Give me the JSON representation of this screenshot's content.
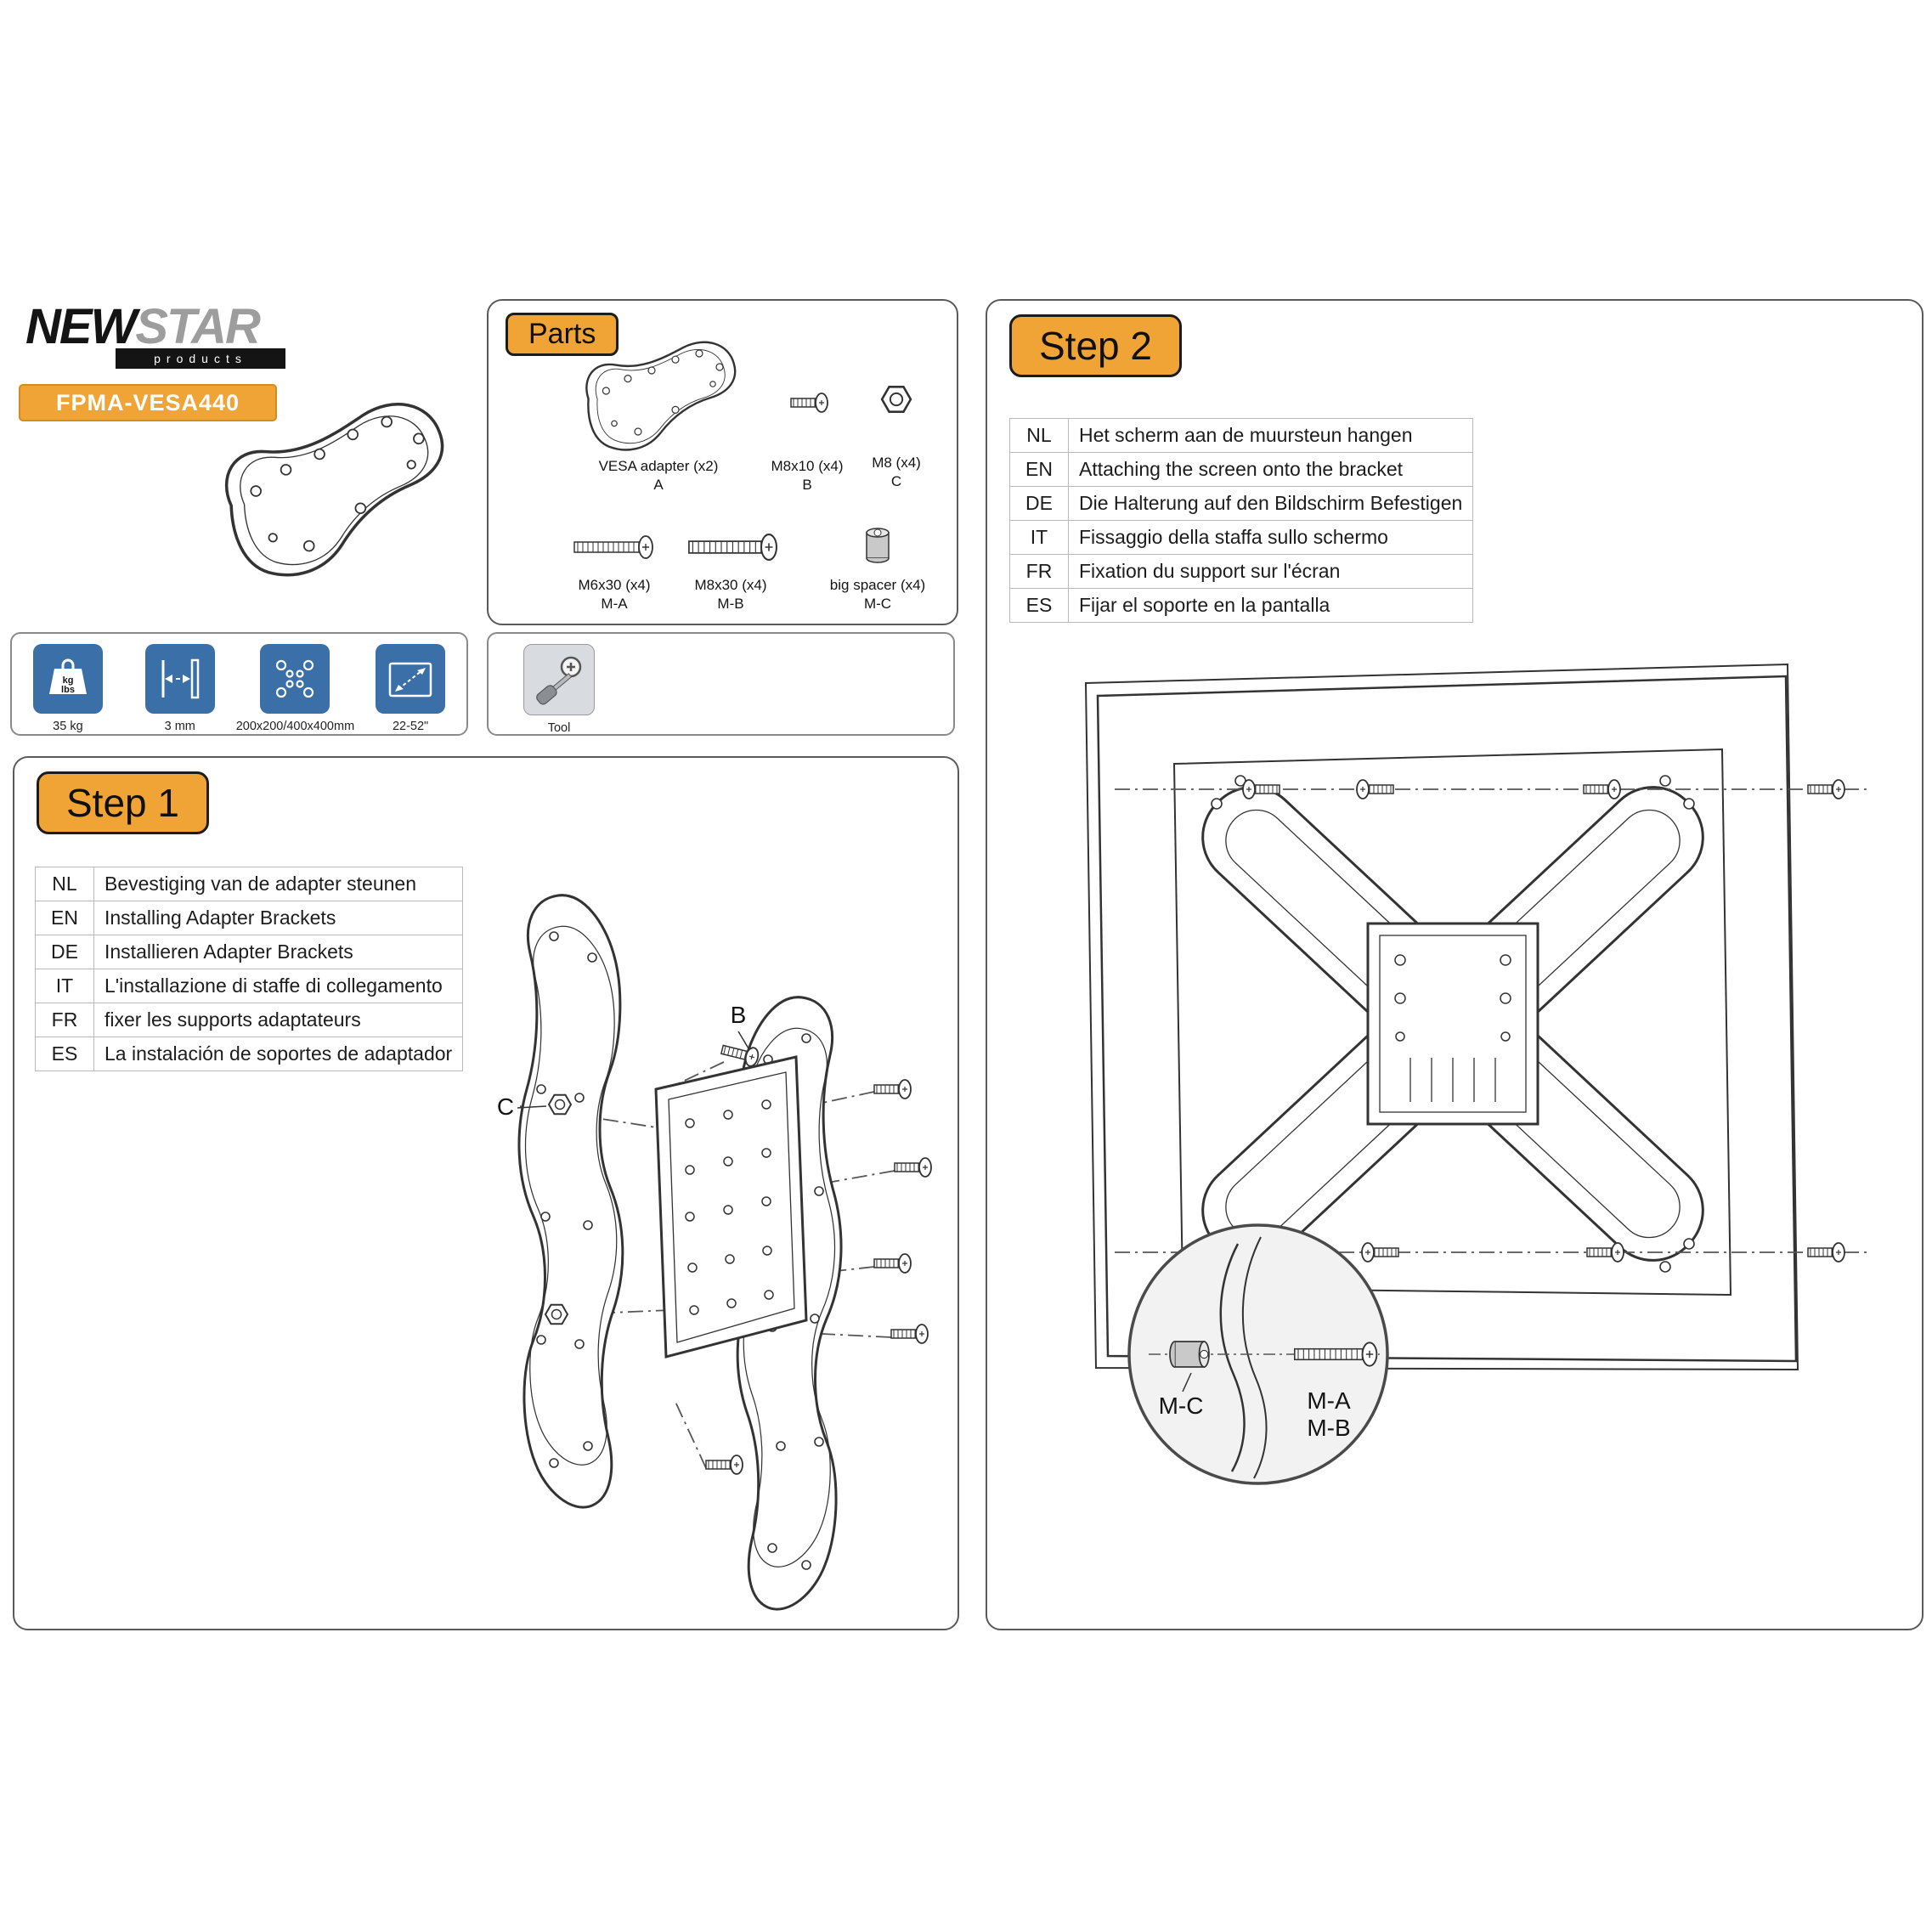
{
  "brand": {
    "logo_new": "NEW",
    "logo_star": "STAR",
    "logo_sub": "products",
    "model": "FPMA-VESA440"
  },
  "parts": {
    "title": "Parts",
    "a_label": "VESA adapter (x2)",
    "a_code": "A",
    "b_label": "M8x10 (x4)",
    "b_code": "B",
    "c_label": "M8 (x4)",
    "c_code": "C",
    "ma_label": "M6x30 (x4)",
    "ma_code": "M-A",
    "mb_label": "M8x30 (x4)",
    "mb_code": "M-B",
    "mc_label": "big spacer (x4)",
    "mc_code": "M-C"
  },
  "specs": {
    "weight": "35 kg",
    "weight_kg": "kg",
    "weight_lbs": "lbs",
    "thickness": "3 mm",
    "pattern": "200x200/400x400mm",
    "size": "22-52\"",
    "tool": "Tool"
  },
  "step1": {
    "title": "Step 1",
    "rows": [
      {
        "lang": "NL",
        "text": "Bevestiging van de adapter steunen"
      },
      {
        "lang": "EN",
        "text": "Installing Adapter Brackets"
      },
      {
        "lang": "DE",
        "text": "Installieren Adapter Brackets"
      },
      {
        "lang": "IT",
        "text": "L'installazione di staffe di collegamento"
      },
      {
        "lang": "FR",
        "text": "fixer les supports adaptateurs"
      },
      {
        "lang": "ES",
        "text": "La instalación de soportes de adaptador"
      }
    ],
    "callout_b": "B",
    "callout_c": "C"
  },
  "step2": {
    "title": "Step 2",
    "rows": [
      {
        "lang": "NL",
        "text": "Het scherm aan de muursteun hangen"
      },
      {
        "lang": "EN",
        "text": "Attaching the screen onto the bracket"
      },
      {
        "lang": "DE",
        "text": "Die Halterung auf den Bildschirm Befestigen"
      },
      {
        "lang": "IT",
        "text": "Fissaggio della staffa sullo schermo"
      },
      {
        "lang": "FR",
        "text": "Fixation du support sur l'écran"
      },
      {
        "lang": "ES",
        "text": "Fijar el soporte en la pantalla"
      }
    ],
    "callout_mc": "M-C",
    "callout_ma": "M-A",
    "callout_mb": "M-B"
  },
  "colors": {
    "accent_orange": "#f0a435",
    "tile_blue": "#3a6fa8"
  }
}
